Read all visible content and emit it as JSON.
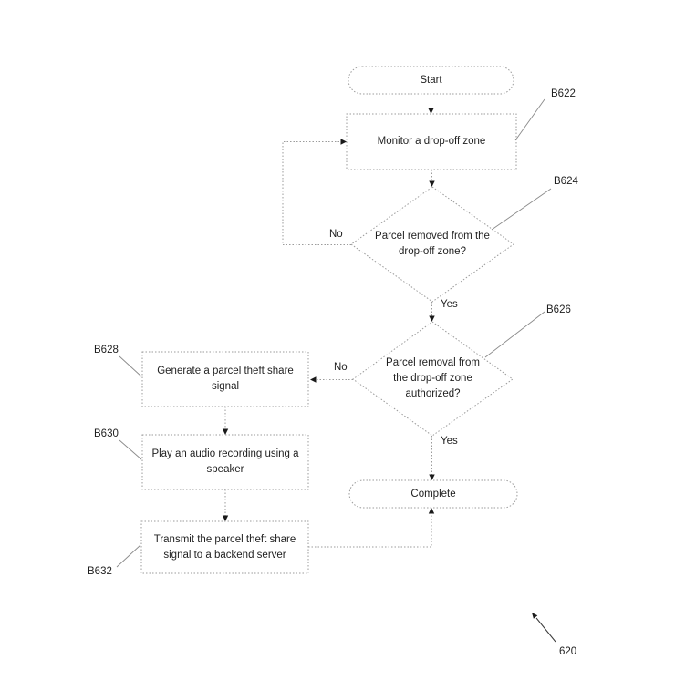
{
  "colors": {
    "shape_line": "#9b9b9b",
    "lead_line": "#8a8a8a",
    "text": "#1f1f1f",
    "arrowhead": "#1a1a1a",
    "background": "#ffffff"
  },
  "nodes": {
    "start": {
      "label": "Start"
    },
    "monitor": {
      "label": "Monitor a drop-off zone",
      "ref": "B622"
    },
    "parcel_removed": {
      "label": "Parcel removed from the\ndrop-off zone?",
      "ref": "B624"
    },
    "removal_authorized": {
      "label": "Parcel removal from\nthe drop-off zone\nauthorized?",
      "ref": "B626"
    },
    "generate_signal": {
      "label": "Generate a parcel theft share\nsignal",
      "ref": "B628"
    },
    "play_audio": {
      "label": "Play an audio recording using a\nspeaker",
      "ref": "B630"
    },
    "transmit_signal": {
      "label": "Transmit the parcel theft share\nsignal to a backend server",
      "ref": "B632"
    },
    "complete": {
      "label": "Complete"
    }
  },
  "edge_labels": {
    "removed_no": "No",
    "removed_yes": "Yes",
    "authorized_no": "No",
    "authorized_yes": "Yes"
  },
  "figure_ref": "620"
}
